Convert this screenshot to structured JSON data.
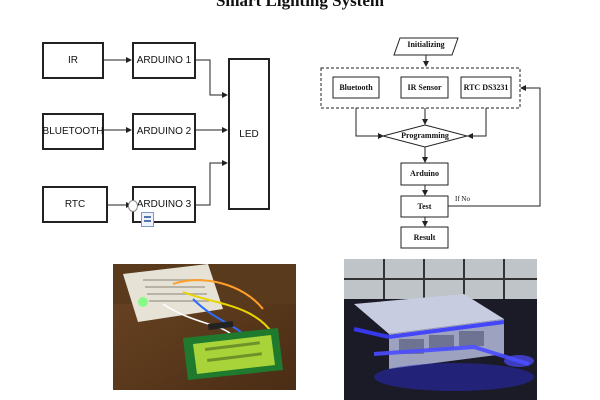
{
  "title": "Smart Lighting System",
  "block_diagram": {
    "inputs": [
      "IR",
      "BLUETOOTH",
      "RTC"
    ],
    "controllers": [
      "ARDUINO 1",
      "ARDUINO 2",
      "ARDUINO 3"
    ],
    "output": "LED"
  },
  "flowchart": {
    "start": "Initializing",
    "sources": [
      "Bluetooth",
      "IR Sensor",
      "RTC DS3231"
    ],
    "decision": "Programming",
    "controller": "Arduino",
    "test": "Test",
    "branch_label": "If No",
    "end": "Result"
  },
  "photos": [
    {
      "subject": "arduino-lcd-breadboard-photo"
    },
    {
      "subject": "blue-led-model-photo"
    }
  ],
  "colors": {
    "line": "#222222",
    "lcd_green": "#a8d43a",
    "led_blue": "#3a3cff"
  }
}
